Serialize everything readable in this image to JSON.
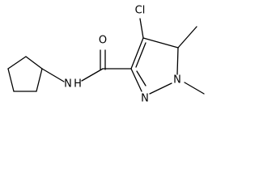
{
  "atoms": {
    "chlorine": "Cl",
    "oxygen": "O",
    "amide_nitrogen": "N",
    "amide_hydrogen": "H",
    "ring_nitrogen_1": "N",
    "ring_nitrogen_2": "N"
  }
}
